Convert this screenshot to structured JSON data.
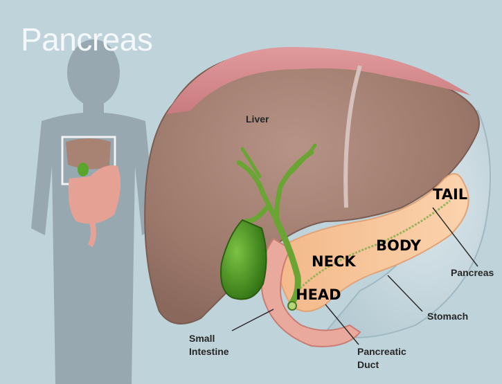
{
  "title": "Pancreas",
  "labels": {
    "liver": "Liver",
    "tail": "TAIL",
    "body": "BODY",
    "neck": "NECK",
    "head": "HEAD",
    "pancreas": "Pancreas",
    "stomach": "Stomach",
    "small_intestine_1": "Small",
    "small_intestine_2": "Intestine",
    "pancreatic_duct_1": "Pancreatic",
    "pancreatic_duct_2": "Duct"
  },
  "colors": {
    "background": "#bfd3db",
    "liver": "#a07e72",
    "gallbladder": "#3d8a1f",
    "pancreas": "#f7c89a",
    "stomach": "#c9d9df",
    "intestine": "#e8a59a"
  }
}
